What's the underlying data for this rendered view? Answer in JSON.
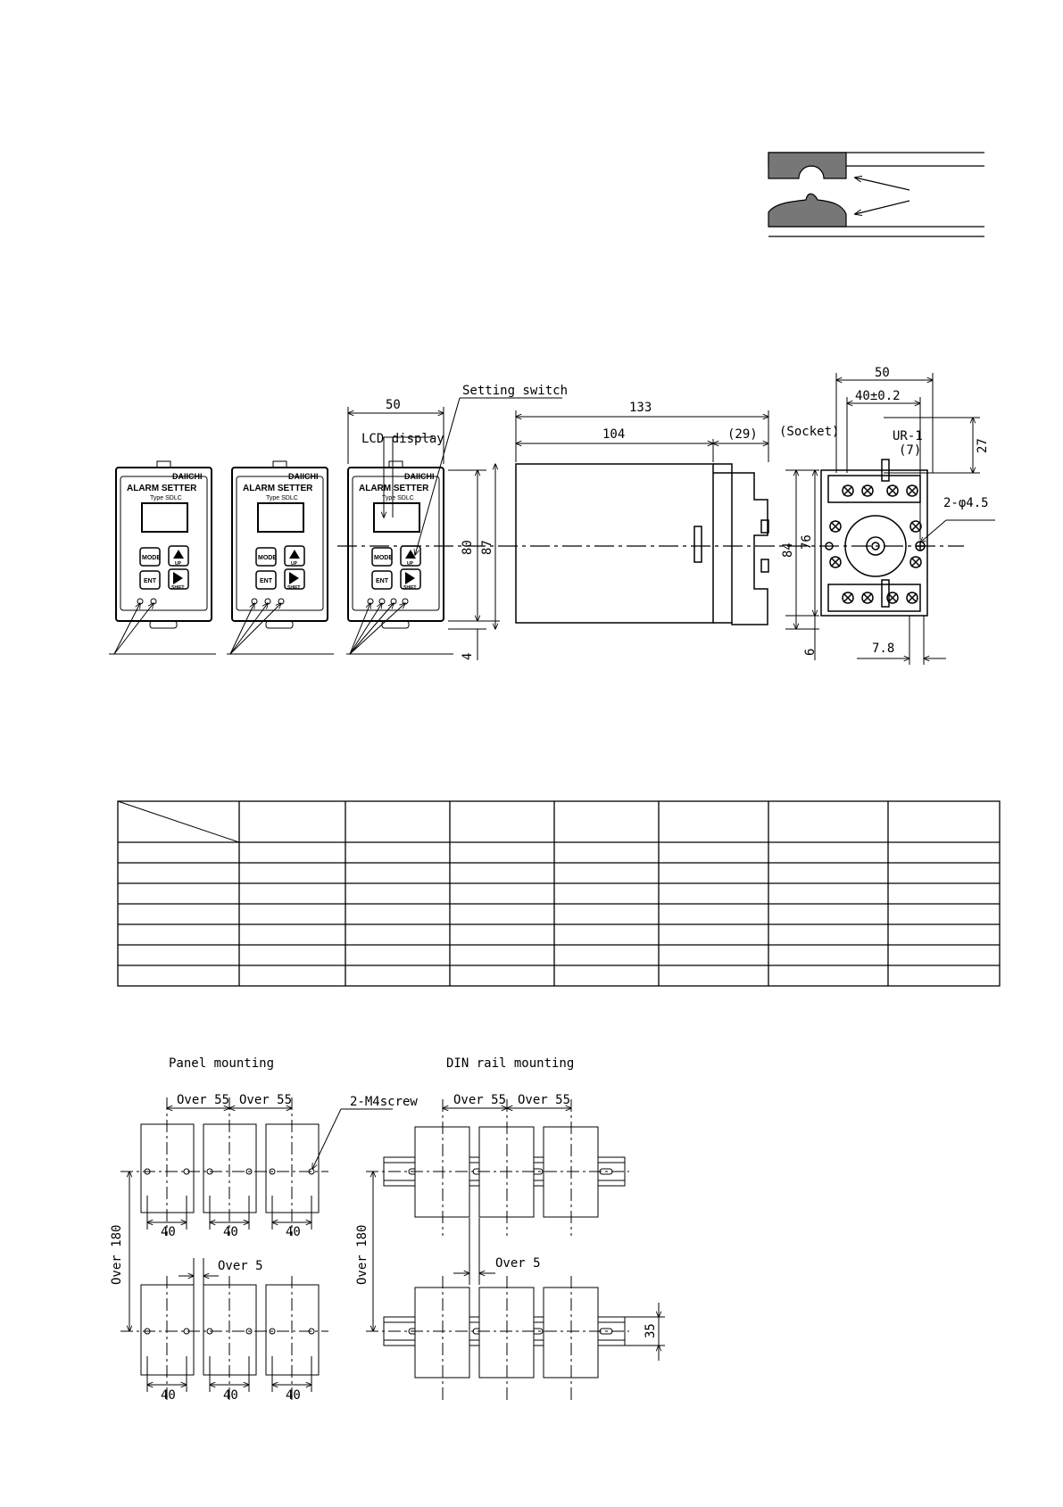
{
  "inset": {
    "arrow_marks": [
      "",
      ""
    ]
  },
  "dimensions": {
    "front": {
      "labels": [
        "LCD display",
        "Setting switch"
      ],
      "width": "50",
      "heights": [
        "80",
        "87",
        "4"
      ],
      "devices": [
        {
          "brand": "DAIICHI",
          "title": "ALARM SETTER",
          "type": "Type  SDLC",
          "keys": [
            "MODE",
            "UP",
            "ENT",
            "SHIFT"
          ]
        },
        {
          "brand": "DAIICHI",
          "title": "ALARM SETTER",
          "type": "Type  SDLC",
          "keys": [
            "MODE",
            "UP",
            "ENT",
            "SHIFT"
          ]
        },
        {
          "brand": "DAIICHI",
          "title": "ALARM SETTER",
          "type": "Type  SDLC",
          "keys": [
            "MODE",
            "UP",
            "ENT",
            "SHIFT"
          ]
        }
      ]
    },
    "side": {
      "total": "133",
      "body": "104",
      "socket_part": "(29)"
    },
    "socket": {
      "label": "(Socket)",
      "model": "UR-1",
      "model_depth": "(7)",
      "width": "50",
      "pitch": "40±0.2",
      "height": "84",
      "inner": "76",
      "top": "27",
      "holes": "2-φ4.5",
      "offset": "6",
      "terminal": "7.8"
    }
  },
  "table": {
    "columns": 7,
    "rows": 7
  },
  "mounting": {
    "panel_title": "Panel mounting",
    "din_title": "DIN rail mounting",
    "over55": "Over 55",
    "over180": "Over 180",
    "over5": "Over 5",
    "screw": "2-M4screw",
    "pitch40": "40",
    "rail35": "35"
  }
}
